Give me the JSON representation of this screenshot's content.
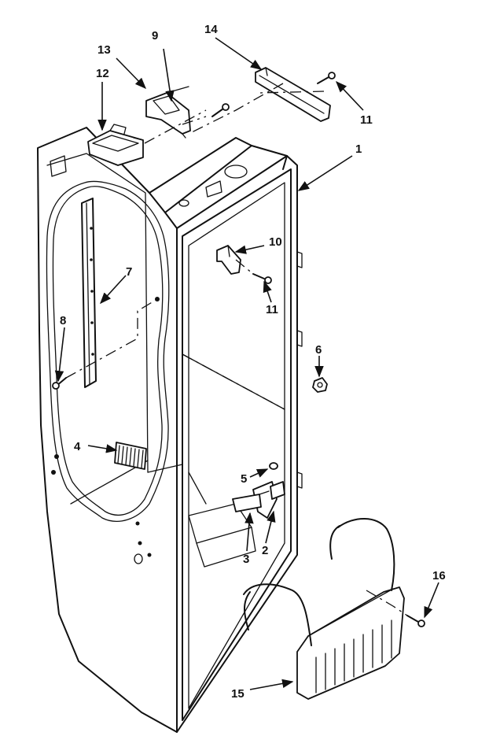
{
  "callouts": {
    "c1": "1",
    "c2": "2",
    "c3": "3",
    "c4": "4",
    "c5": "5",
    "c6": "6",
    "c7": "7",
    "c8": "8",
    "c9": "9",
    "c10": "10",
    "c11a": "11",
    "c11b": "11",
    "c12": "12",
    "c13": "13",
    "c14": "14",
    "c15": "15",
    "c16": "16"
  },
  "colors": {
    "ink": "#111111",
    "paper": "#ffffff"
  }
}
